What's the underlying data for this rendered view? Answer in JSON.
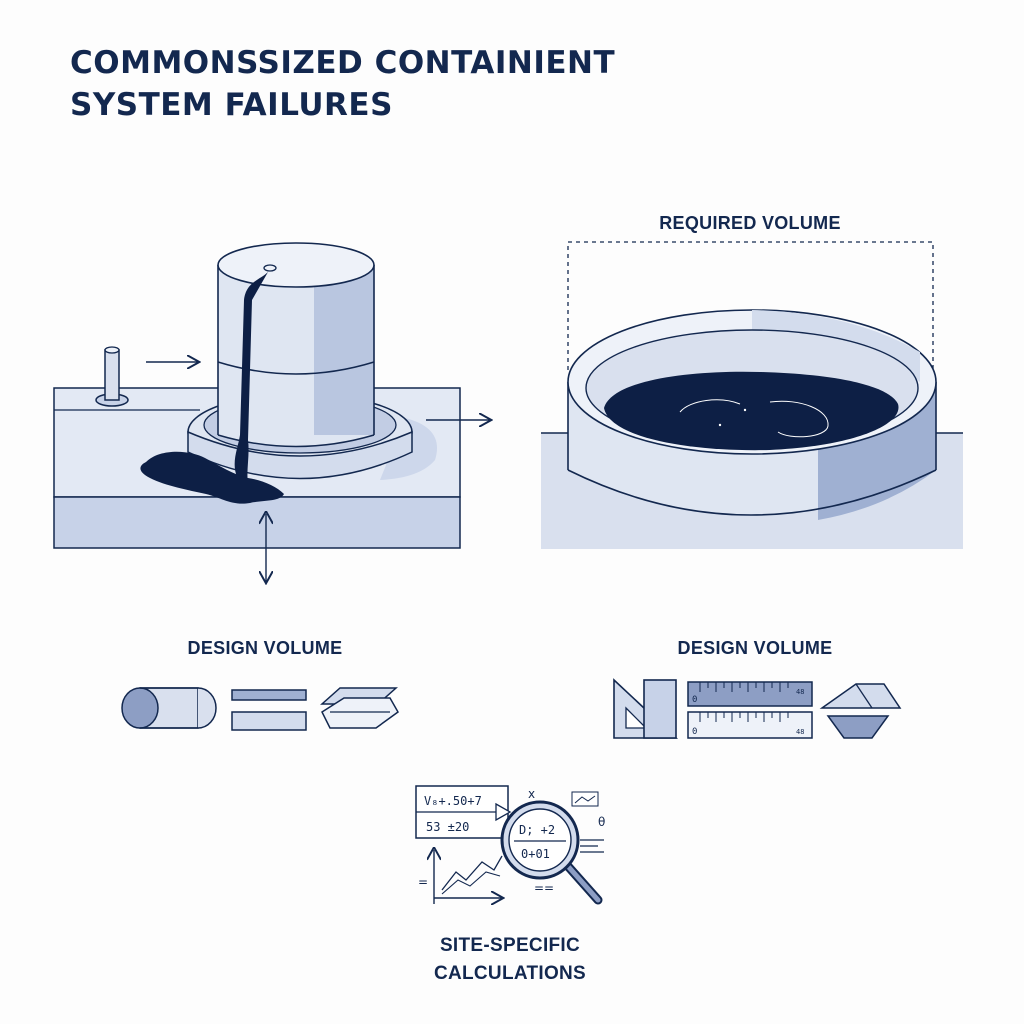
{
  "title": {
    "line1": "COMMONSSIZED CONTAINIENT",
    "line2": "SYSTEM FAILURES"
  },
  "labels": {
    "required_volume": "REQUIRED VOLUME",
    "design_volume_left": "DESIGN VOLUME",
    "design_volume_right": "DESIGN VOLUME",
    "calc_line1": "SITE-SPECIFIC",
    "calc_line2": "CALCULATIONS"
  },
  "ruler": {
    "top_start": "0",
    "top_end": "48",
    "bottom_start": "0",
    "bottom_end": "48"
  },
  "calc": {
    "card_line1": "V₈+.50+7",
    "card_line2": "53 ±20",
    "lens_line1": "D; +2",
    "lens_line2": "0+01",
    "symbol_x": "x",
    "symbol_theta": "θ",
    "eq1": "=",
    "eq2": "=="
  },
  "colors": {
    "navy": "#13284f",
    "light": "#d3dced",
    "mid": "#8d9ec4",
    "ink": "#0d1f45"
  }
}
